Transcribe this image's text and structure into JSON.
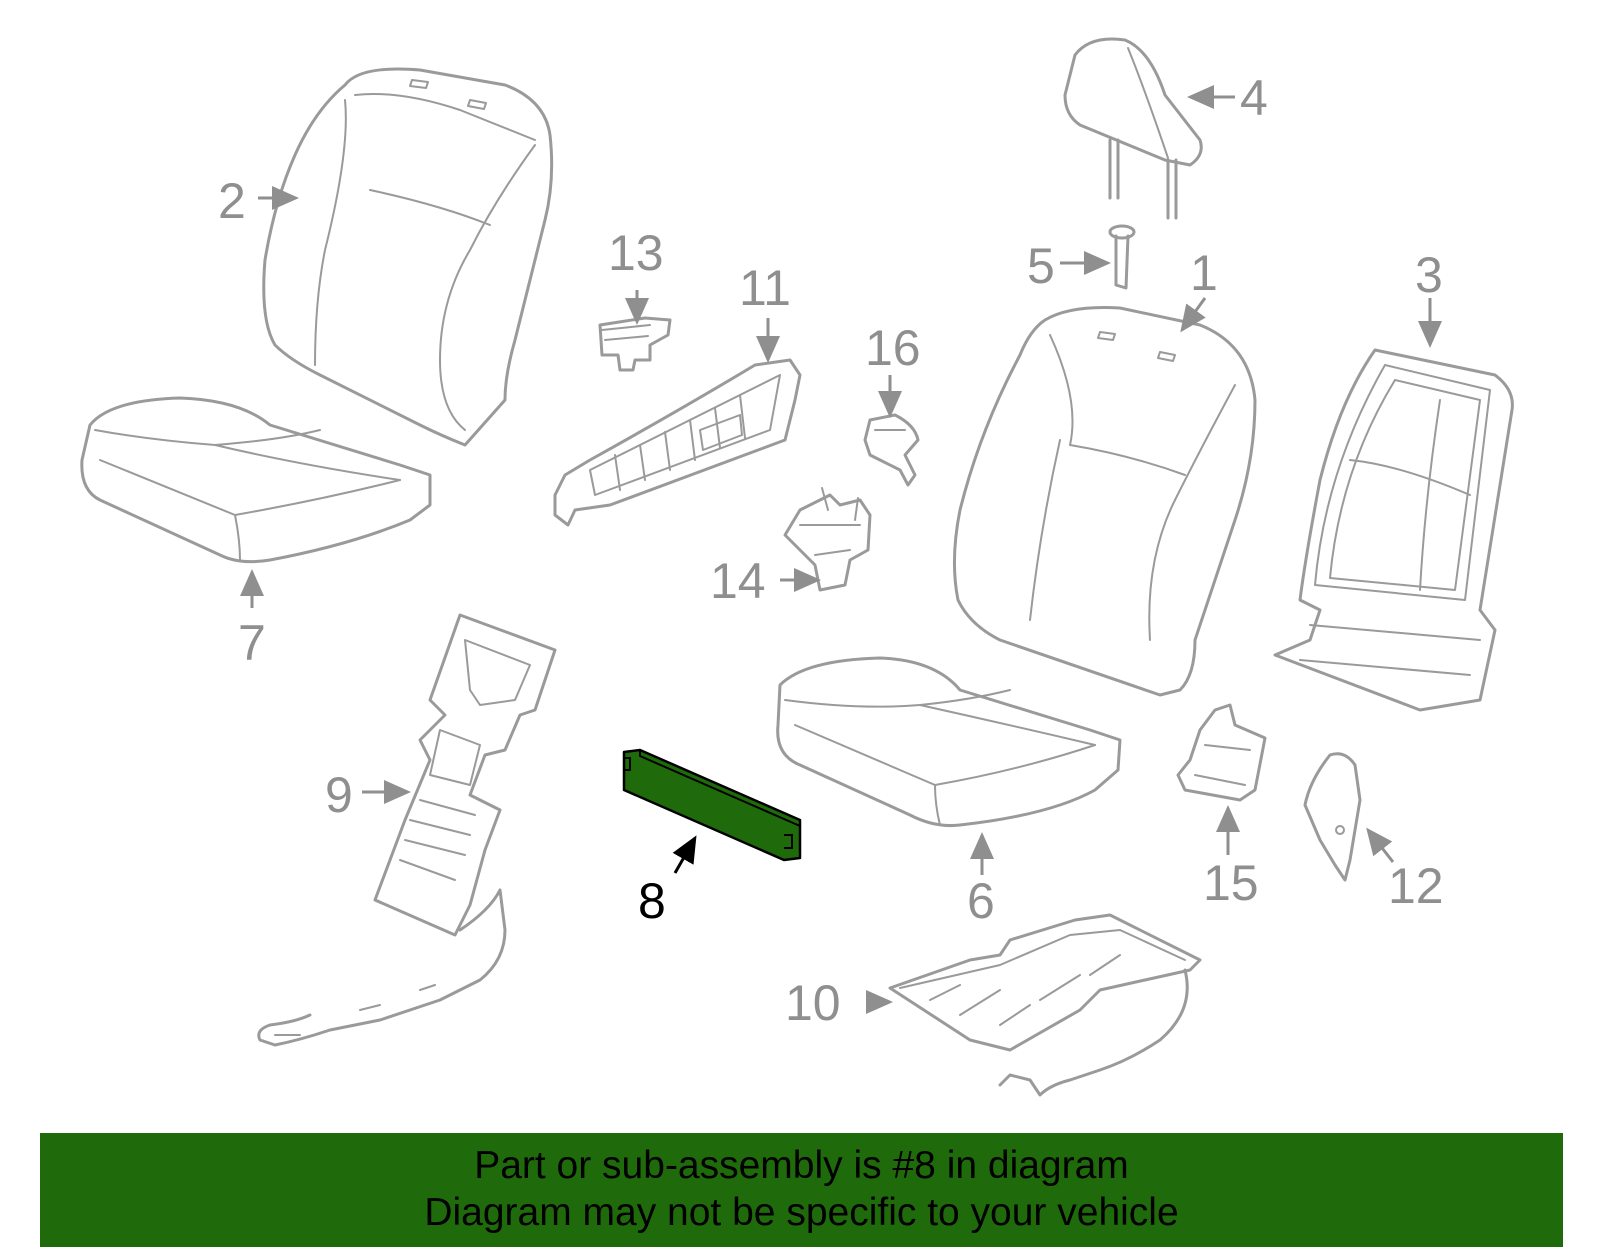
{
  "diagram": {
    "highlight_color": "#1f6b0b",
    "part_color": "#9a9a9a",
    "highlighted_part": "8",
    "callouts": [
      "1",
      "2",
      "3",
      "4",
      "5",
      "6",
      "7",
      "8",
      "9",
      "10",
      "11",
      "12",
      "13",
      "14",
      "15",
      "16"
    ]
  },
  "banner": {
    "line1": "Part or sub-assembly is #8 in diagram",
    "line2": "Diagram may not be specific to your vehicle",
    "background": "#1f6b0b"
  }
}
